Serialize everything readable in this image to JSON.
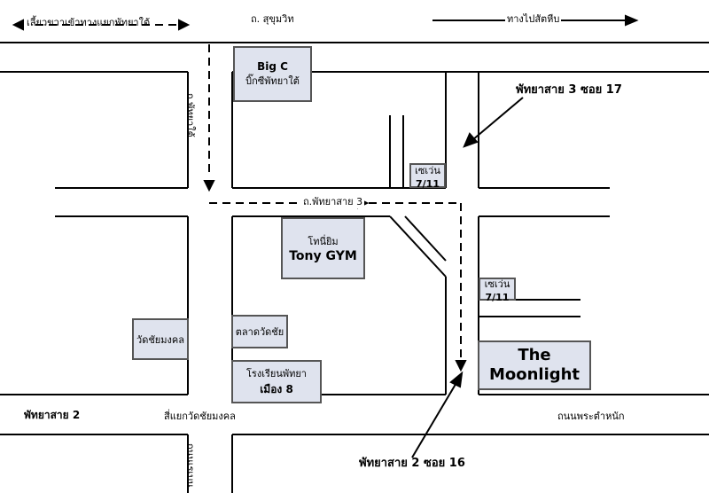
{
  "top_note_left": "เลี้ยวขวาเข้าทางแยกพัทยาใต้",
  "top_road": "ถ. สุขุมวิท",
  "top_note_right": "ทางไปสัตหีบ",
  "road_pattaya_tai": "ถ.พัทยาใต้",
  "road_pattaya_sai3": "ถ.พัทยาสาย 3",
  "soi17": "พัทยาสาย 3 ซอย 17",
  "soi16": "พัทยาสาย 2 ซอย 16",
  "road_pattaya_sai2": "พัทยาสาย 2",
  "intersection": "สี่แยกวัดชัยมงคล",
  "road_phra_tamnak": "ถนนพระตำหนัก",
  "bottom_road_fragment": "ถนนเรเบน",
  "places": {
    "bigc_en": "Big C",
    "bigc_th": "บิ๊กซีพัทยาใต้",
    "seven1_th": "เซเว่น",
    "seven1_num": "7/11",
    "tony_th": "โทนี่ยิม",
    "tony_en": "Tony GYM",
    "seven2_th": "เซเว่น",
    "seven2_num": "7/11",
    "wat": "วัดชัยมงคล",
    "market": "ตลาดวัดชัย",
    "school_line1": "โรงเรียนพัทยา",
    "school_line2": "เมือง 8",
    "moonlight_line1": "The",
    "moonlight_line2": "Moonlight"
  }
}
